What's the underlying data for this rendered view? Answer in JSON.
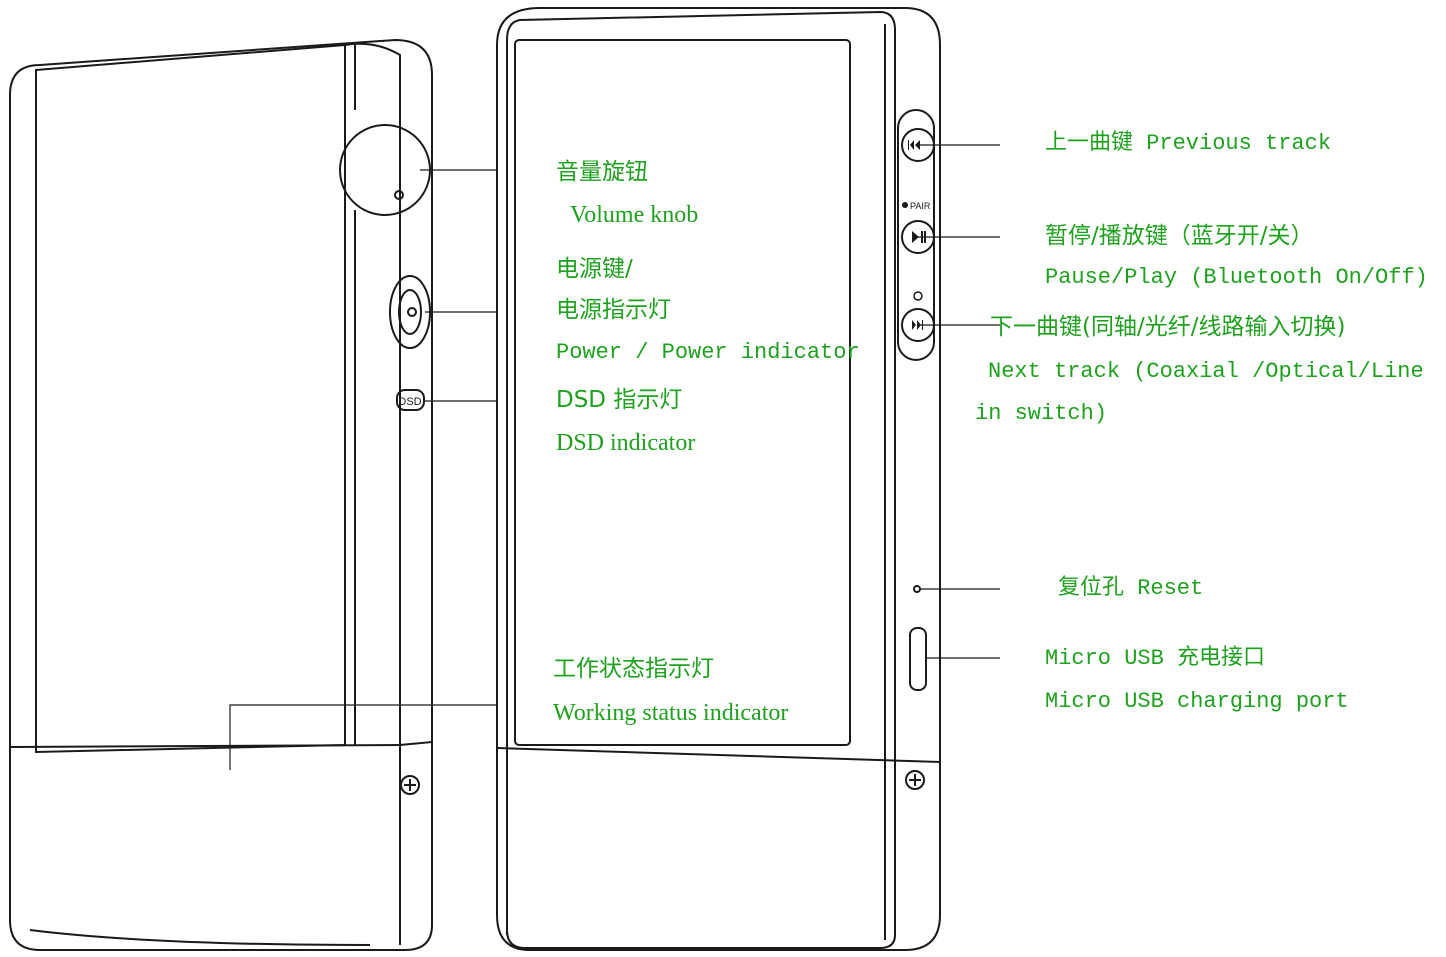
{
  "colors": {
    "label": "#1ea21e",
    "outline": "#1a1a1a"
  },
  "device_marks": {
    "dsd_button": "DSD",
    "pair_mark": "PAIR"
  },
  "callouts": {
    "volume_zh": "音量旋钮",
    "volume_en": "Volume knob",
    "power_zh1": "电源键/",
    "power_zh2": "电源指示灯",
    "power_en": "Power / Power indicator",
    "dsd_zh": "DSD 指示灯",
    "dsd_en": "DSD indicator",
    "status_zh": "工作状态指示灯",
    "status_en": "Working status indicator",
    "prev_label": "上一曲键  Previous track",
    "pause_zh": "暂停/播放键（蓝牙开/关）",
    "pause_en": "Pause/Play (Bluetooth On/Off)",
    "next_zh": "下一曲键(同轴/光纤/线路输入切换)",
    "next_en1": "Next track (Coaxial /Optical/Line",
    "next_en2": "in switch)",
    "reset_label": "复位孔 Reset",
    "usb_zh": "Micro USB 充电接口",
    "usb_en": "Micro USB charging port"
  }
}
